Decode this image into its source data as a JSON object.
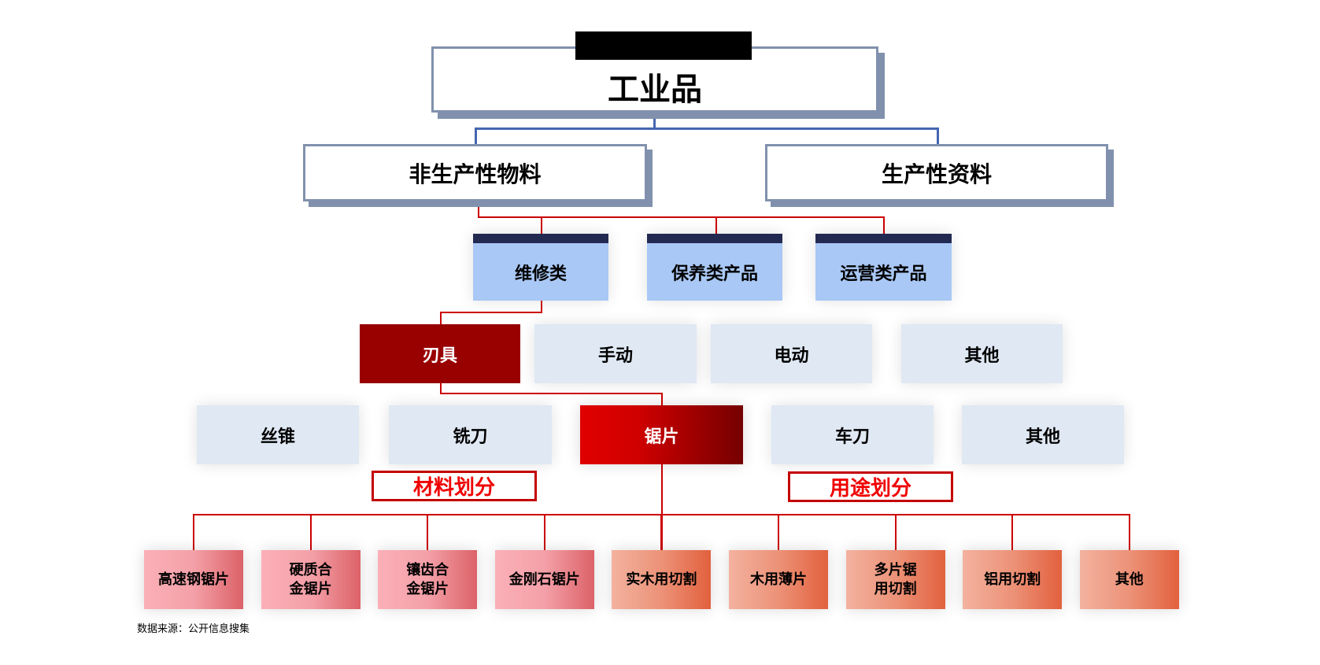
{
  "root": {
    "label": "工业品"
  },
  "level2": [
    "非生产性物料",
    "生产性资料"
  ],
  "level3": [
    "维修类",
    "保养类产品",
    "运营类产品"
  ],
  "level4": [
    "刃具",
    "手动",
    "电动",
    "其他"
  ],
  "level5": [
    "丝锥",
    "铣刀",
    "锯片",
    "车刀",
    "其他"
  ],
  "tags": {
    "material": "材料划分",
    "usage": "用途划分"
  },
  "leaves": [
    "高速钢锯片",
    "硬质合\n金锯片",
    "镶齿合\n金锯片",
    "金刚石锯片",
    "实木用切割",
    "木用薄片",
    "多片锯\n用切割",
    "铝用切割",
    "其他"
  ],
  "source": "数据来源：公开信息搜集",
  "colors": {
    "highlight": "#990000",
    "accent_red": "#e00000",
    "connector_blue": "#4566b0",
    "connector_red": "#cc0000"
  }
}
